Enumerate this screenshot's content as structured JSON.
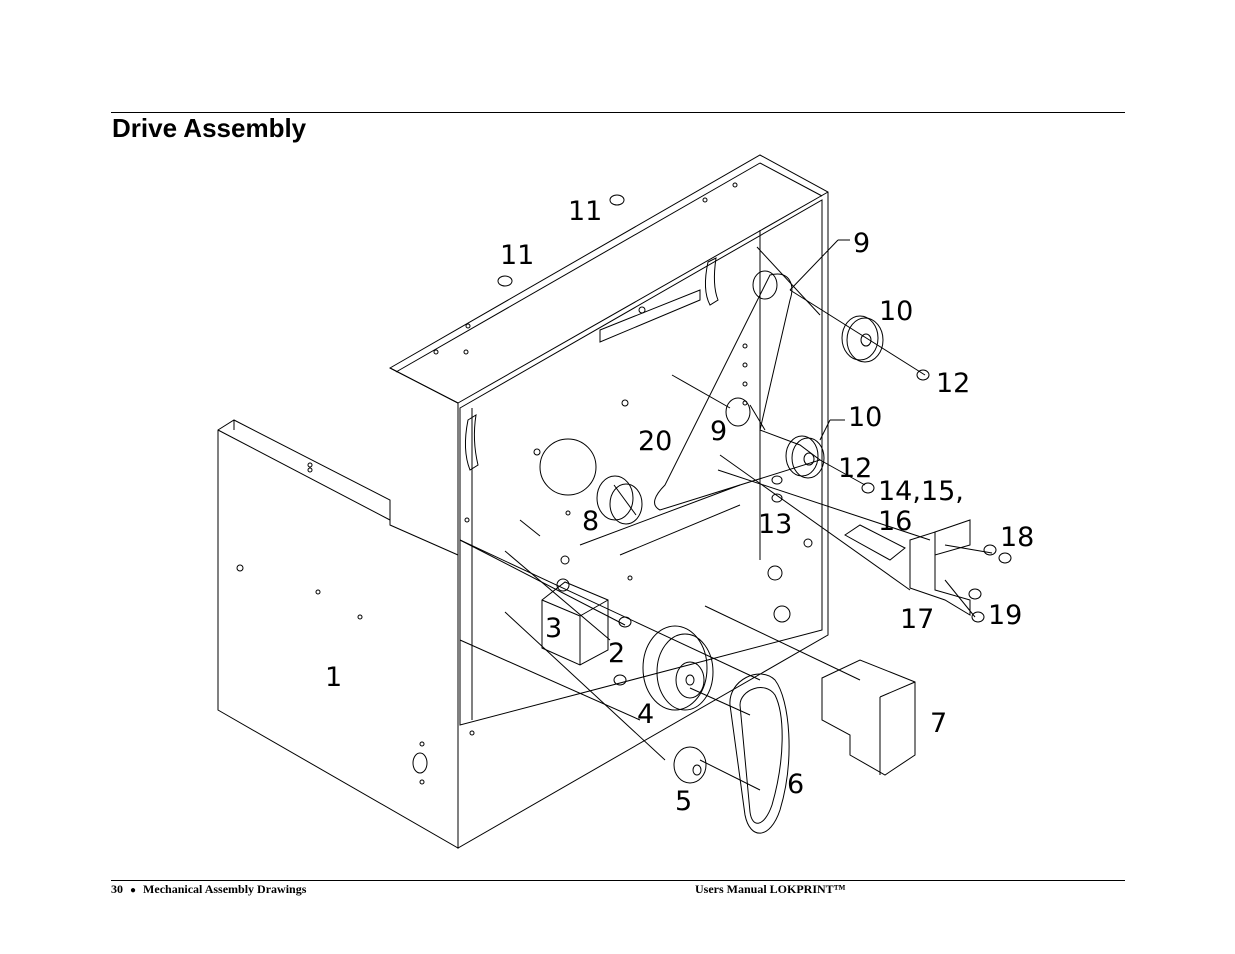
{
  "page": {
    "title": "Drive Assembly"
  },
  "drawing": {
    "callouts": {
      "c1": "1",
      "c2": "2",
      "c3": "3",
      "c4": "4",
      "c5": "5",
      "c6": "6",
      "c7": "7",
      "c8": "8",
      "c9a": "9",
      "c9b": "9",
      "c10a": "10",
      "c10b": "10",
      "c11a": "11",
      "c11b": "11",
      "c12a": "12",
      "c12b": "12",
      "c13": "13",
      "c14_15": "14,15,",
      "c16": "16",
      "c17": "17",
      "c18": "18",
      "c19": "19",
      "c20": "20"
    }
  },
  "footer": {
    "page_number": "30",
    "bullet": "●",
    "section": "Mechanical Assembly Drawings",
    "manual": "Users Manual LOKPRINT™"
  }
}
